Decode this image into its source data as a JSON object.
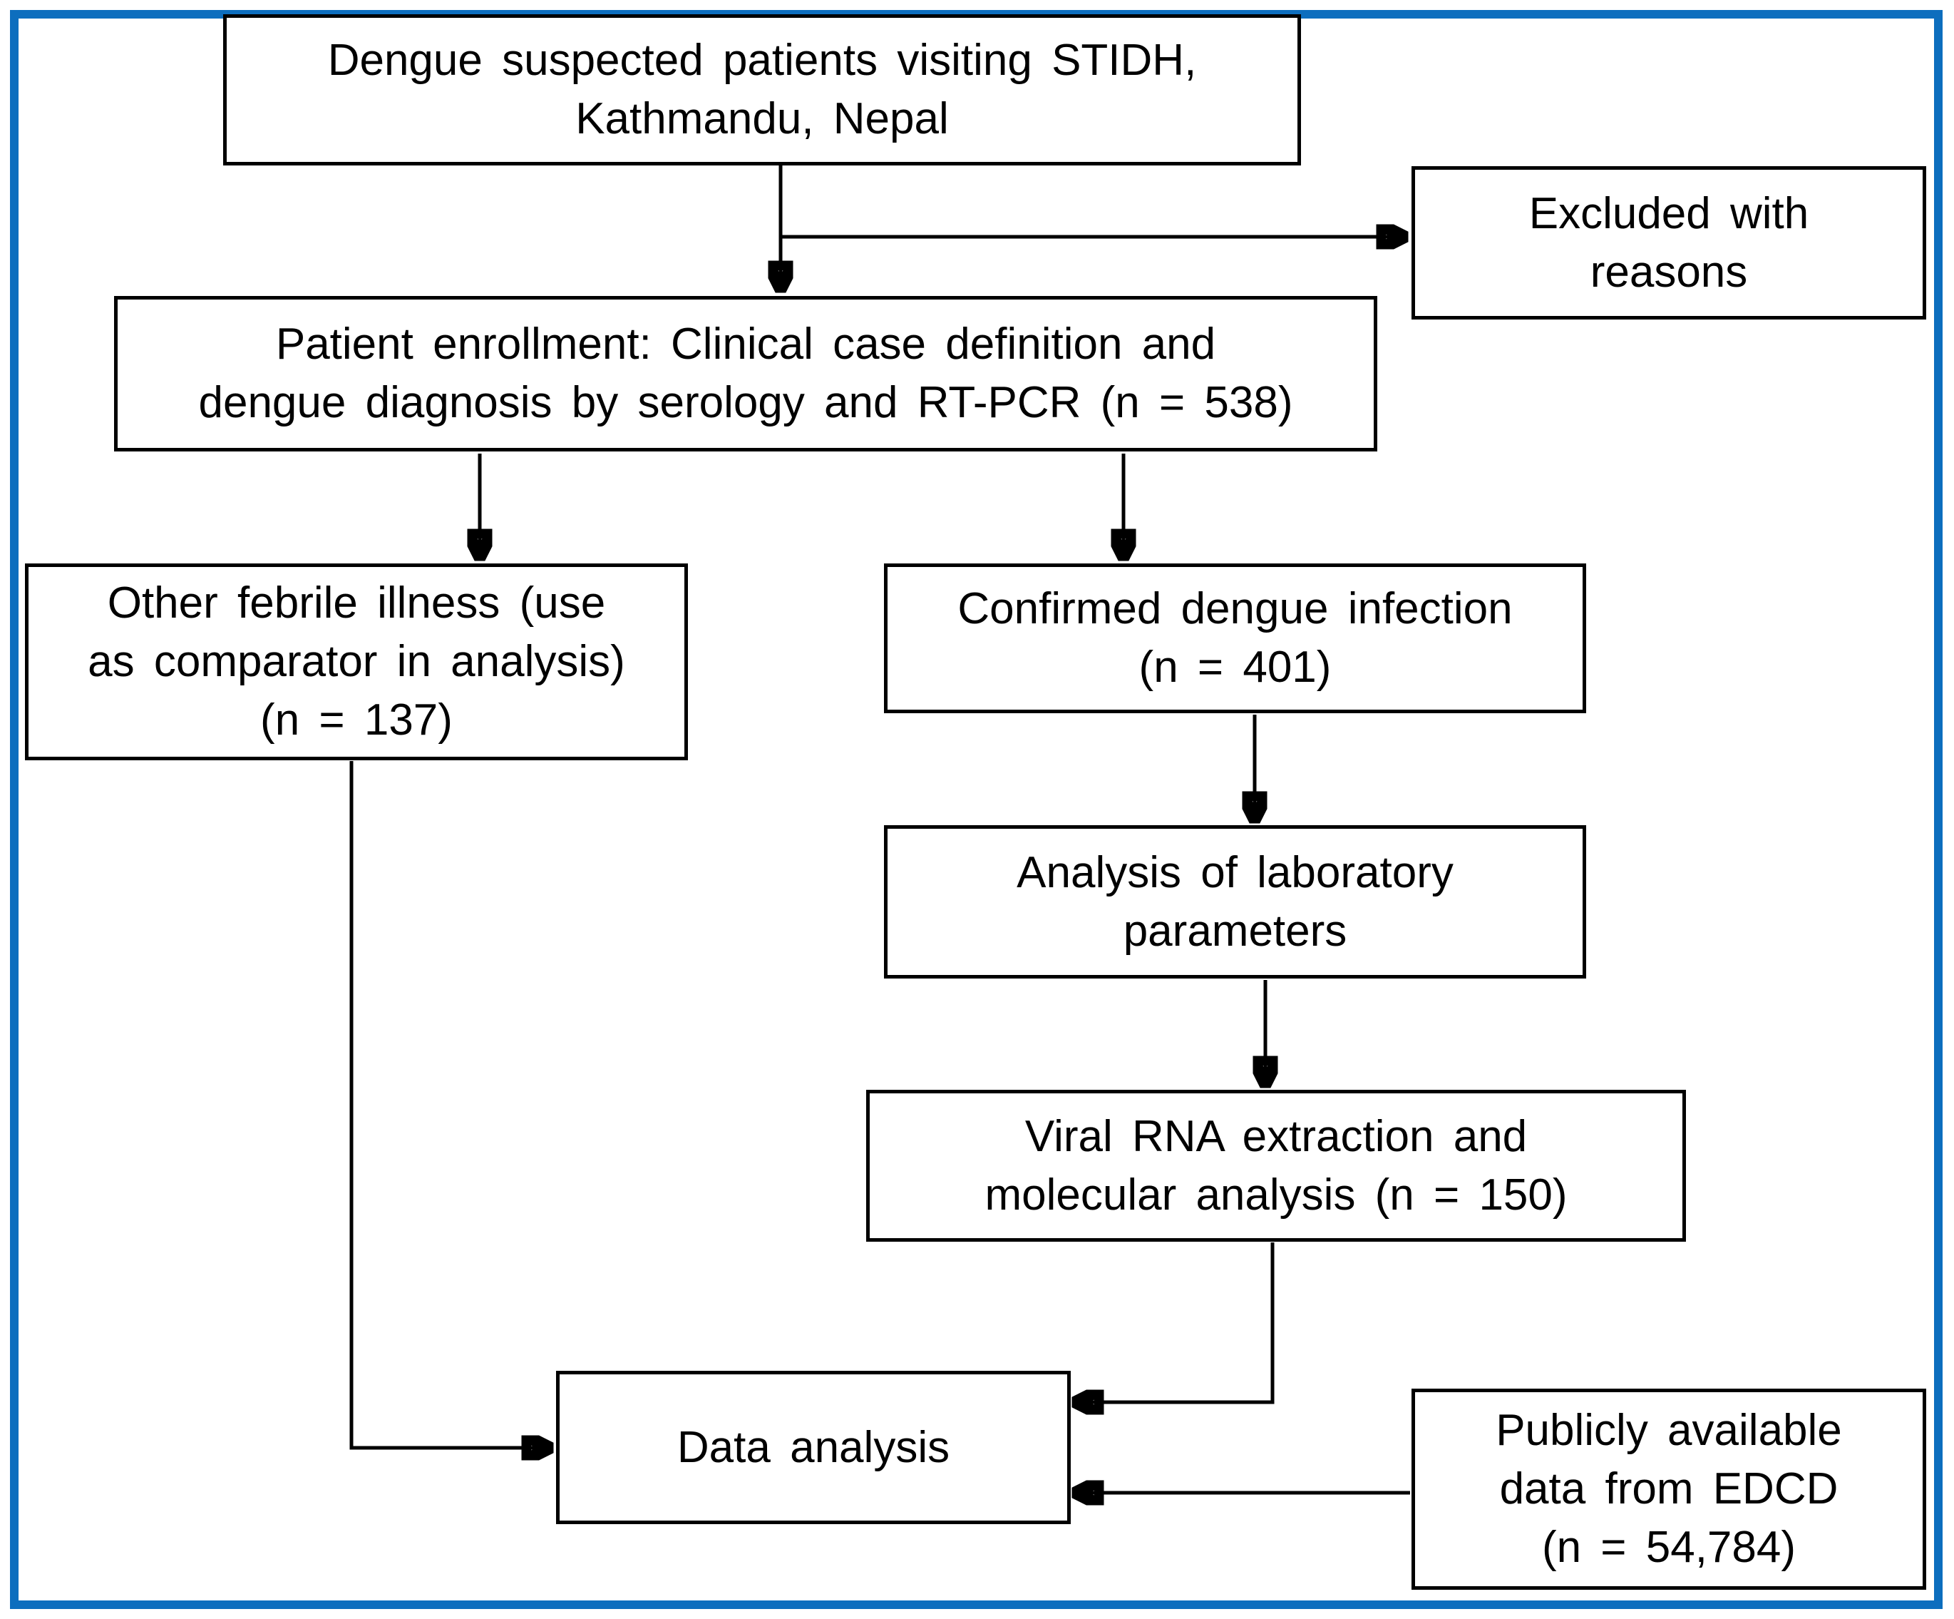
{
  "colors": {
    "frame": "#0d6ebe",
    "box_border": "#000000",
    "arrow": "#000000",
    "background": "#ffffff",
    "text": "#000000"
  },
  "nodes": {
    "suspected": {
      "text": "Dengue suspected patients visiting STIDH,\nKathmandu, Nepal"
    },
    "excluded": {
      "text": "Excluded with\nreasons"
    },
    "enrollment": {
      "text": "Patient enrollment: Clinical case definition and\ndengue diagnosis by serology and RT-PCR (n = 538)"
    },
    "other_febrile": {
      "text": "Other febrile illness (use\nas comparator in analysis)\n(n = 137)"
    },
    "confirmed": {
      "text": "Confirmed dengue infection\n(n = 401)"
    },
    "lab_analysis": {
      "text": "Analysis of laboratory\nparameters"
    },
    "viral_rna": {
      "text": "Viral RNA extraction and\nmolecular analysis (n = 150)"
    },
    "data_analysis": {
      "text": "Data analysis"
    },
    "edcd": {
      "text": "Publicly available\ndata from EDCD\n(n = 54,784)"
    }
  },
  "edges": [
    {
      "from": "suspected",
      "to": "enrollment"
    },
    {
      "from": "suspected",
      "to": "excluded"
    },
    {
      "from": "enrollment",
      "to": "other_febrile"
    },
    {
      "from": "enrollment",
      "to": "confirmed"
    },
    {
      "from": "confirmed",
      "to": "lab_analysis"
    },
    {
      "from": "lab_analysis",
      "to": "viral_rna"
    },
    {
      "from": "viral_rna",
      "to": "data_analysis"
    },
    {
      "from": "other_febrile",
      "to": "data_analysis"
    },
    {
      "from": "edcd",
      "to": "data_analysis"
    }
  ]
}
